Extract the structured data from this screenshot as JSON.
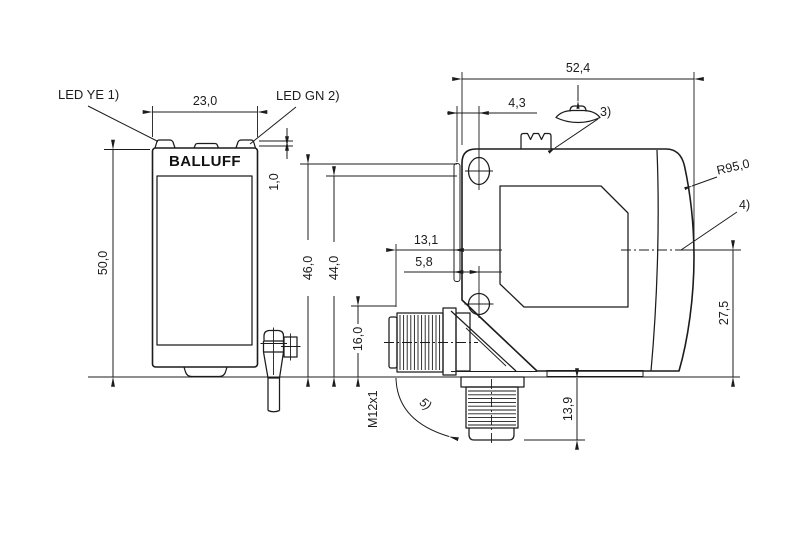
{
  "front_view": {
    "brand": "BALLUFF",
    "led_yellow": "LED YE 1)",
    "led_green": "LED GN 2)",
    "dim_width": "23,0",
    "dim_height": "50,0",
    "dim_led": "1,0"
  },
  "side_view": {
    "dim_width": "52,4",
    "dim_hole_offset": "4,3",
    "dim_slot_depth": "13,1",
    "dim_hole_depth": "5,8",
    "dim_height_upper": "46,0",
    "dim_height_inner": "44,0",
    "dim_connector": "16,0",
    "dim_axis": "27,5",
    "dim_plug": "13,9",
    "radius": "R95,0",
    "thread": "M12x1",
    "note_3": "3)",
    "note_4": "4)",
    "note_5": "5)"
  }
}
